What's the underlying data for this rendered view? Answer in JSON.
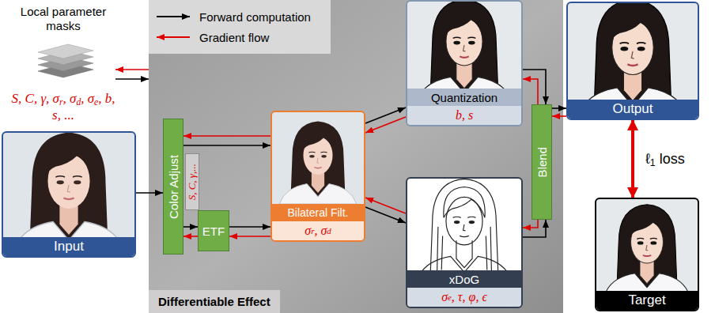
{
  "diagram": {
    "nodes": [
      {
        "text": [
          "Local parameter masks",
          "S, C, γ, σr, σd, σe, b, s, ..."
        ]
      },
      {
        "text": [
          "Input"
        ]
      },
      {
        "text": [
          "Differentiable Effect"
        ]
      },
      {
        "text": [
          "Color Adjust"
        ],
        "in": 2
      },
      {
        "text": [
          "S, C, γ,..."
        ],
        "in": 2
      },
      {
        "text": [
          "ETF"
        ],
        "in": 2
      },
      {
        "text": [
          "Bilateral Filt.",
          "σr, σd"
        ],
        "in": 2
      },
      {
        "text": [
          "Quantization",
          "b, s"
        ],
        "in": 2
      },
      {
        "text": [
          "xDoG",
          "σe, τ, φ, ϵ"
        ],
        "in": 2
      },
      {
        "text": [
          "Blend"
        ],
        "in": 2
      },
      {
        "text": [
          "Output"
        ]
      },
      {
        "text": [
          "Target"
        ]
      }
    ],
    "edges": [
      {
        "from": 0,
        "to": 2,
        "arrow": "to"
      },
      {
        "from": 2,
        "to": 0,
        "arrow": "to"
      },
      {
        "from": 1,
        "to": 3,
        "arrow": "to"
      },
      {
        "from": 3,
        "to": 6,
        "arrow": "to"
      },
      {
        "from": 6,
        "to": 3,
        "arrow": "to"
      },
      {
        "from": 3,
        "to": 5,
        "arrow": "to"
      },
      {
        "from": 5,
        "to": 3,
        "arrow": "to"
      },
      {
        "from": 5,
        "to": 6,
        "arrow": "to"
      },
      {
        "from": 6,
        "to": 5,
        "arrow": "to"
      },
      {
        "from": 6,
        "to": 7,
        "arrow": "to"
      },
      {
        "from": 7,
        "to": 6,
        "arrow": "to"
      },
      {
        "from": 6,
        "to": 8,
        "arrow": "to"
      },
      {
        "from": 8,
        "to": 6,
        "arrow": "to"
      },
      {
        "from": 7,
        "to": 9,
        "arrow": "to"
      },
      {
        "from": 9,
        "to": 7,
        "arrow": "to"
      },
      {
        "from": 8,
        "to": 9,
        "arrow": "to"
      },
      {
        "from": 9,
        "to": 8,
        "arrow": "to"
      },
      {
        "from": 9,
        "to": 10,
        "arrow": "to"
      },
      {
        "from": 10,
        "to": 9,
        "arrow": "to"
      },
      {
        "from": 10,
        "to": 11,
        "label": "ℓ1 loss",
        "arrow": "both"
      }
    ],
    "legend": [
      {
        "text": "Forward computation"
      },
      {
        "text": "Gradient flow"
      }
    ]
  }
}
